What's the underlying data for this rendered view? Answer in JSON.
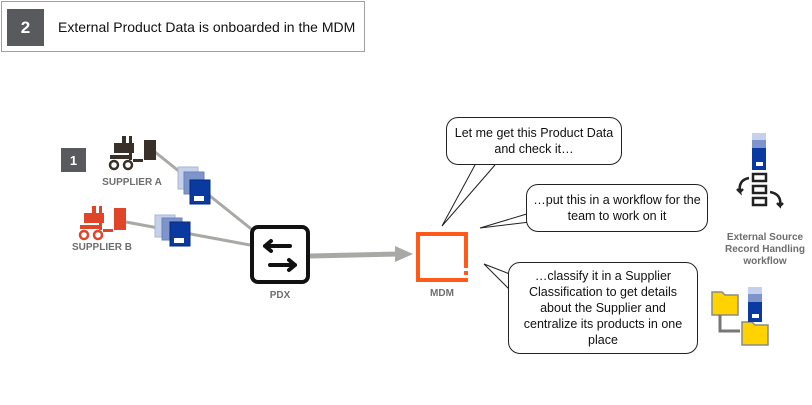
{
  "header": {
    "step_number": "2",
    "title": "External Product Data is onboarded in the MDM"
  },
  "diagram": {
    "step_marker": "1",
    "nodes": {
      "supplier_a": "SUPPLIER A",
      "supplier_b": "SUPPLIER B",
      "pdx": "PDX",
      "mdm": "MDM",
      "workflow": "External Source Record Handling workflow"
    },
    "bubbles": {
      "check": "Let me get this Product Data and check it…",
      "workflow": "…put this in a workflow for the team to work on it",
      "classify": "…classify it in a Supplier Classification to get details about the Supplier and centralize its products in one place"
    },
    "colors": {
      "supplier_a": "#3a302a",
      "supplier_b": "#e0452a",
      "mdm": "#ff5a1a",
      "record_blue": "#0a3aa0",
      "folder_yellow": "#ffd200",
      "connector_gray": "#a8a8a4"
    }
  }
}
